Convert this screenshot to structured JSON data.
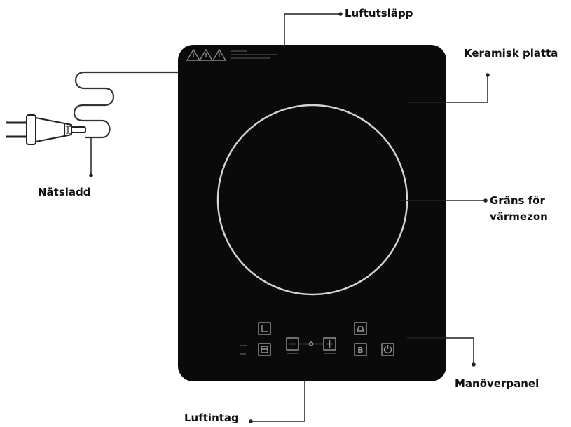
{
  "labels": {
    "air_outlet": "Luftutsläpp",
    "ceramic_plate": "Keramisk platta",
    "power_cord": "Nätsladd",
    "heating_zone_line1": "Gräns för",
    "heating_zone_line2": "värmezon",
    "control_panel": "Manöverpanel",
    "air_intake": "Luftintag"
  },
  "panel_keys": {
    "booster": "B"
  },
  "colors": {
    "cooktop": "#0a0a0a",
    "lines": "#222222",
    "zone_ring": "#d4d4d4",
    "panel_icons": "#9a9a9a"
  },
  "icons": [
    "warning-icon",
    "timer-icon",
    "minus-icon",
    "plus-icon",
    "keep-warm-icon",
    "mode-icon",
    "power-icon",
    "plug-icon"
  ]
}
